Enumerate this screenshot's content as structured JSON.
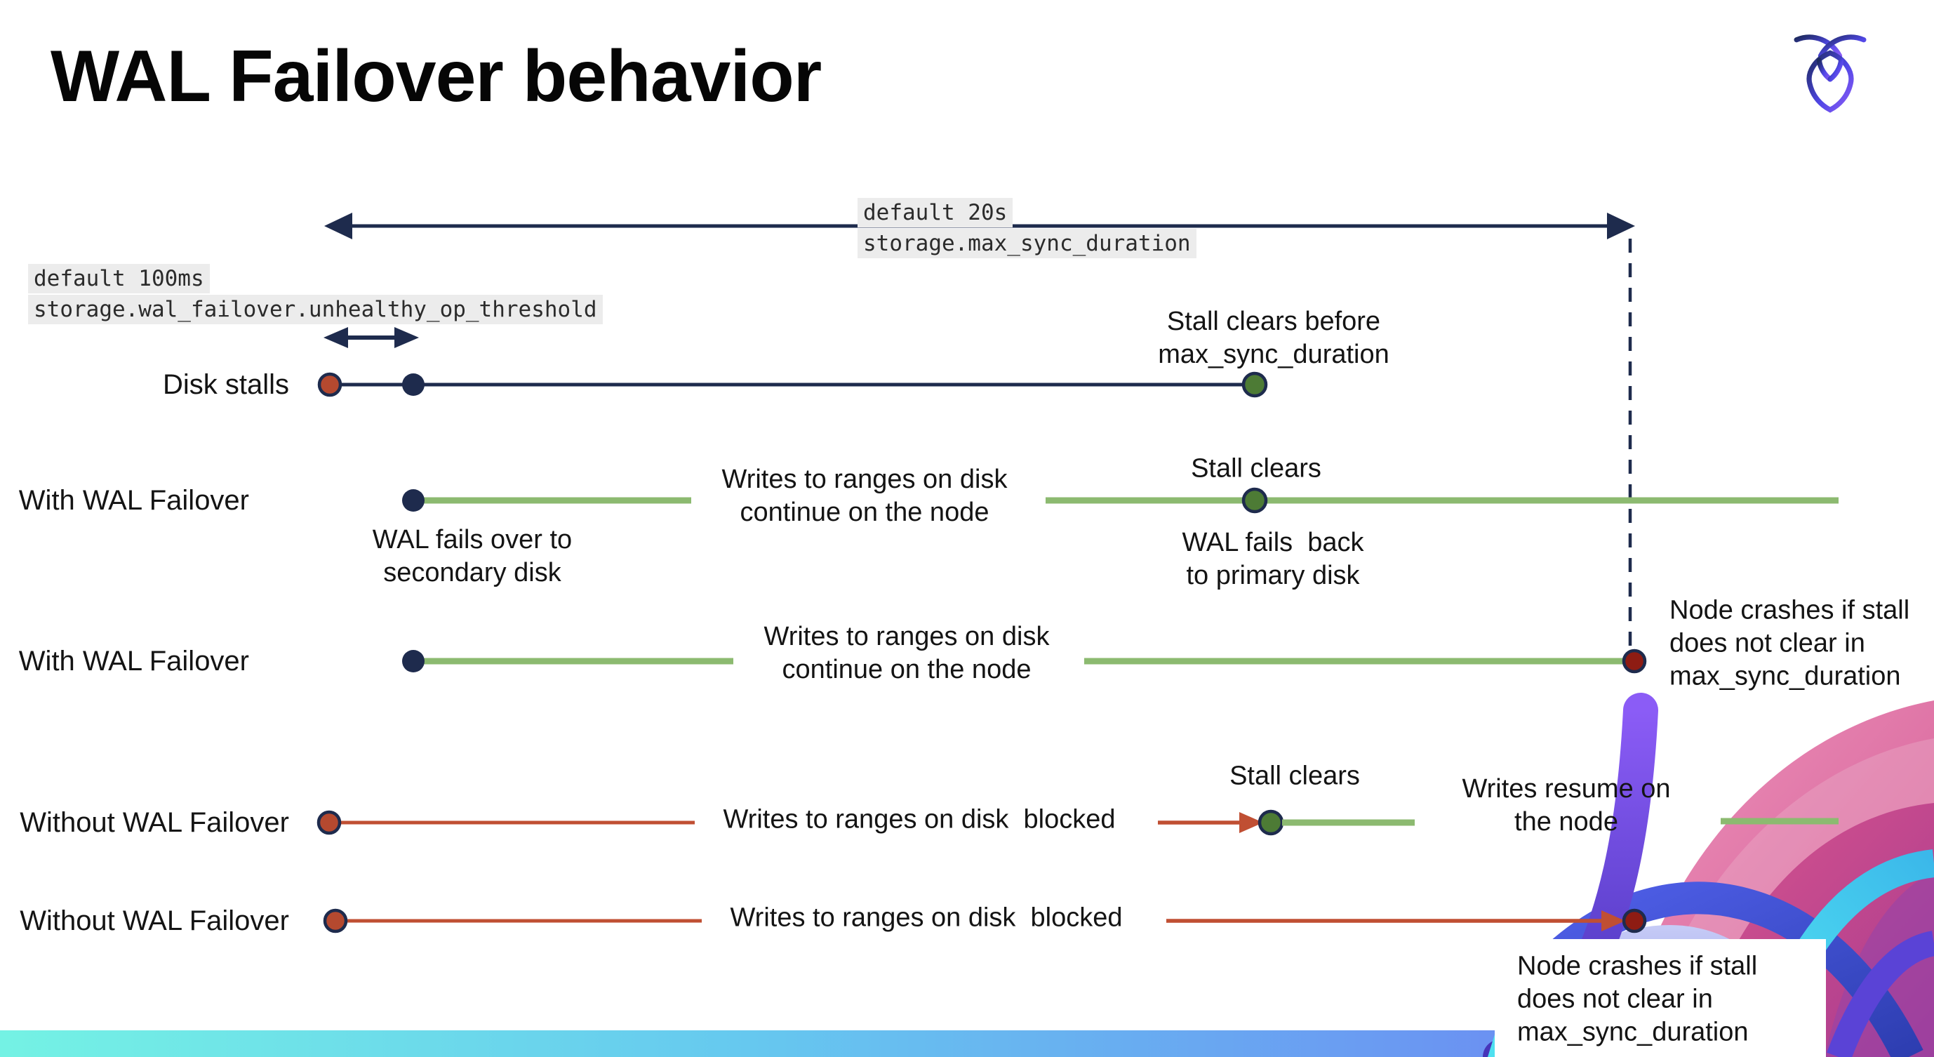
{
  "title": "WAL Failover behavior",
  "logo": {
    "label": "cockroachdb-logo"
  },
  "config": {
    "max_sync_default": "default 20s",
    "max_sync_setting": "storage.max_sync_duration",
    "threshold_default": "default 100ms",
    "threshold_setting": "storage.wal_failover.unhealthy_op_threshold"
  },
  "rows": {
    "r1": {
      "label": "Disk stalls"
    },
    "r2": {
      "label": "With WAL Failover"
    },
    "r3": {
      "label": "With WAL Failover"
    },
    "r4": {
      "label": "Without WAL Failover"
    },
    "r5": {
      "label": "Without WAL Failover"
    }
  },
  "annotations": {
    "stall_clears_before": "Stall clears before\nmax_sync_duration",
    "writes_continue_r2": "Writes to ranges on disk\ncontinue on the node",
    "stall_clears_r2": "Stall clears",
    "wal_fails_over": "WAL fails over to\nsecondary disk",
    "wal_fails_back": "WAL fails  back\nto primary disk",
    "writes_continue_r3": "Writes to ranges on disk\ncontinue on the node",
    "node_crashes_r3": "Node crashes if stall\ndoes not clear in\nmax_sync_duration",
    "writes_blocked_r4": "Writes to ranges on disk  blocked",
    "stall_clears_r4": "Stall clears",
    "writes_resume": "Writes resume on\nthe node",
    "writes_blocked_r5": "Writes to ranges on disk  blocked",
    "node_crashes_r5": "Node crashes if stall\ndoes not clear in\nmax_sync_duration"
  },
  "colors": {
    "navy": "#1E2B4D",
    "stall_red": "#B5492F",
    "red_line": "#C04F33",
    "crash_dark_red": "#8E1C13",
    "green_line": "#8CBA70",
    "green_dot": "#4D7B35",
    "chip_bg": "#ECECEC"
  }
}
